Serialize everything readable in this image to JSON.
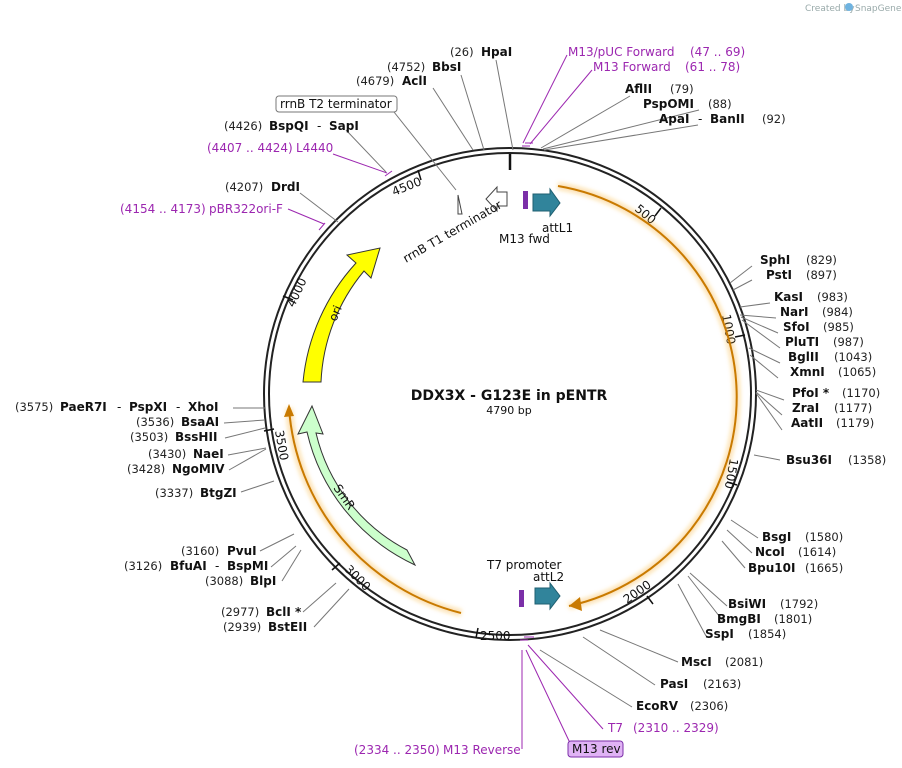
{
  "branding": {
    "created_by": "Created by",
    "app": "SnapGene"
  },
  "plasmid": {
    "name": "DDX3X - G123E in pENTR",
    "length_label": "4790 bp"
  },
  "ticks": [
    "500",
    "1000",
    "1500",
    "2000",
    "2500",
    "3000",
    "3500",
    "4000",
    "4500"
  ],
  "features": {
    "rrnb_t2": "rrnB T2 terminator",
    "rrnb_t1": "rrnB T1 terminator",
    "attl1": "attL1",
    "m13fwd": "M13 fwd",
    "t7promoter": "T7 promoter",
    "attl2": "attL2",
    "ori": "ori",
    "smr": "SmR",
    "m13rev": "M13 rev"
  },
  "right_sites": [
    {
      "name": "HpaI",
      "pos": "(26)"
    },
    {
      "name": "AflII",
      "pos": "(79)"
    },
    {
      "name": "PspOMI",
      "pos": "(88)"
    },
    {
      "name": "ApaI",
      "sep": "-",
      "name2": "BanII",
      "pos": "(92)"
    },
    {
      "name": "SphI",
      "pos": "(829)"
    },
    {
      "name": "PstI",
      "pos": "(897)"
    },
    {
      "name": "KasI",
      "pos": "(983)"
    },
    {
      "name": "NarI",
      "pos": "(984)"
    },
    {
      "name": "SfoI",
      "pos": "(985)"
    },
    {
      "name": "PluTI",
      "pos": "(987)"
    },
    {
      "name": "BglII",
      "pos": "(1043)"
    },
    {
      "name": "XmnI",
      "pos": "(1065)"
    },
    {
      "name": "PfoI *",
      "pos": "(1170)"
    },
    {
      "name": "ZraI",
      "pos": "(1177)"
    },
    {
      "name": "AatII",
      "pos": "(1179)"
    },
    {
      "name": "Bsu36I",
      "pos": "(1358)"
    },
    {
      "name": "BsgI",
      "pos": "(1580)"
    },
    {
      "name": "NcoI",
      "pos": "(1614)"
    },
    {
      "name": "Bpu10I",
      "pos": "(1665)"
    },
    {
      "name": "BsiWI",
      "pos": "(1792)"
    },
    {
      "name": "BmgBI",
      "pos": "(1801)"
    },
    {
      "name": "SspI",
      "pos": "(1854)"
    },
    {
      "name": "MscI",
      "pos": "(2081)"
    },
    {
      "name": "PasI",
      "pos": "(2163)"
    },
    {
      "name": "EcoRV",
      "pos": "(2306)"
    }
  ],
  "left_sites": [
    {
      "name": "BbsI",
      "pos": "(4752)"
    },
    {
      "name": "AclI",
      "pos": "(4679)"
    },
    {
      "name": "BspQI",
      "sep": "-",
      "name2": "SapI",
      "pos": "(4426)"
    },
    {
      "name": "DrdI",
      "pos": "(4207)"
    },
    {
      "name": "PaeR7I",
      "sep": "-",
      "name2": "PspXI",
      "sep2": "-",
      "name3": "XhoI",
      "pos": "(3575)"
    },
    {
      "name": "BsaAI",
      "pos": "(3536)"
    },
    {
      "name": "BssHII",
      "pos": "(3503)"
    },
    {
      "name": "NaeI",
      "pos": "(3430)"
    },
    {
      "name": "NgoMIV",
      "pos": "(3428)"
    },
    {
      "name": "BtgZI",
      "pos": "(3337)"
    },
    {
      "name": "PvuI",
      "pos": "(3160)"
    },
    {
      "name": "BfuAI",
      "sep": "-",
      "name2": "BspMI",
      "pos": "(3126)"
    },
    {
      "name": "BlpI",
      "pos": "(3088)"
    },
    {
      "name": "BclI *",
      "pos": "(2977)"
    },
    {
      "name": "BstEII",
      "pos": "(2939)"
    }
  ],
  "primers": [
    {
      "name": "M13/pUC Forward",
      "pos": "(47 .. 69)"
    },
    {
      "name": "M13 Forward",
      "pos": "(61 .. 78)"
    },
    {
      "name": "L4440",
      "pos": "(4407 .. 4424)"
    },
    {
      "name": "pBR322ori-F",
      "pos": "(4154 .. 4173)"
    },
    {
      "name": "T7",
      "pos": "(2310 .. 2329)"
    },
    {
      "name": "M13 Reverse",
      "pos": "(2334 .. 2350)"
    }
  ],
  "colors": {
    "ori": "#ffff00",
    "smr": "#ccffcc",
    "att": "#31849b",
    "primer": "#9c27b0",
    "orf_glow": "#f5a623",
    "m13rev_box": "#e0b3f5"
  }
}
